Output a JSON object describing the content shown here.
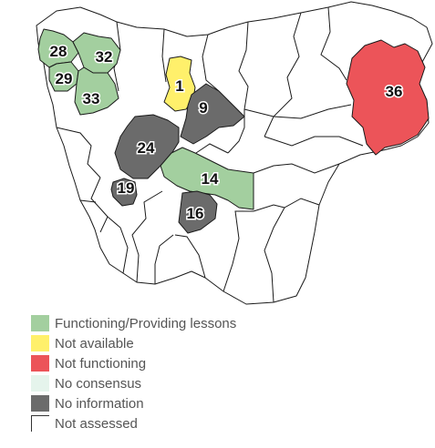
{
  "colors": {
    "functioning": "#a3cf9f",
    "not_available": "#fff06b",
    "not_functioning": "#ec5459",
    "no_consensus": "#e5f4ec",
    "no_information": "#6b6b6b",
    "not_assessed": "#ffffff",
    "outline": "#1a1a1a"
  },
  "regions": [
    {
      "id": "28",
      "label": "28",
      "status": "functioning"
    },
    {
      "id": "32",
      "label": "32",
      "status": "functioning"
    },
    {
      "id": "29",
      "label": "29",
      "status": "functioning"
    },
    {
      "id": "33",
      "label": "33",
      "status": "functioning"
    },
    {
      "id": "1",
      "label": "1",
      "status": "not_available"
    },
    {
      "id": "9",
      "label": "9",
      "status": "no_information"
    },
    {
      "id": "36",
      "label": "36",
      "status": "not_functioning"
    },
    {
      "id": "24",
      "label": "24",
      "status": "no_information"
    },
    {
      "id": "14",
      "label": "14",
      "status": "functioning"
    },
    {
      "id": "19",
      "label": "19",
      "status": "no_information"
    },
    {
      "id": "16",
      "label": "16",
      "status": "no_information"
    }
  ],
  "legend": [
    {
      "key": "functioning",
      "label": "Functioning/Providing lessons"
    },
    {
      "key": "not_available",
      "label": "Not available"
    },
    {
      "key": "not_functioning",
      "label": "Not functioning"
    },
    {
      "key": "no_consensus",
      "label": "No consensus"
    },
    {
      "key": "no_information",
      "label": "No information"
    },
    {
      "key": "not_assessed",
      "label": "Not assessed"
    }
  ]
}
